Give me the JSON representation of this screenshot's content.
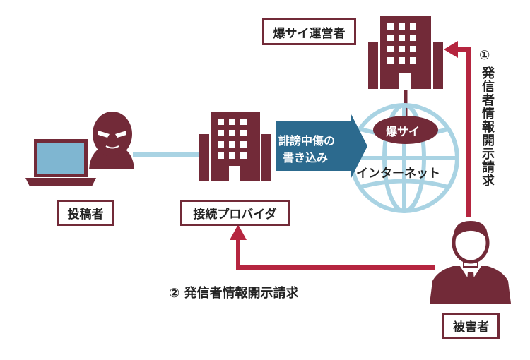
{
  "labels": {
    "operator": "爆サイ運営者",
    "poster": "投稿者",
    "provider": "接続プロバイダ",
    "victim": "被害者",
    "site": "爆サイ",
    "internet": "インターネット",
    "post_line1": "誹謗中傷の",
    "post_line2": "書き込み"
  },
  "requests": {
    "first_num": "①",
    "first_text": "発信者情報開示請求",
    "second": "② 発信者情報開示請求"
  },
  "colors": {
    "maroon": "#722a38",
    "arrow_red": "#b5253f",
    "globe_blue": "#a9d3e3",
    "laptop_screen": "#7fb6d1",
    "navy_arrow": "#2c6a8e",
    "suit": "#2e2e30"
  },
  "icons": {
    "laptop": "laptop-icon",
    "hacker": "masked-person-icon",
    "building": "office-building-icon",
    "globe": "globe-icon",
    "victim": "businessman-icon"
  }
}
